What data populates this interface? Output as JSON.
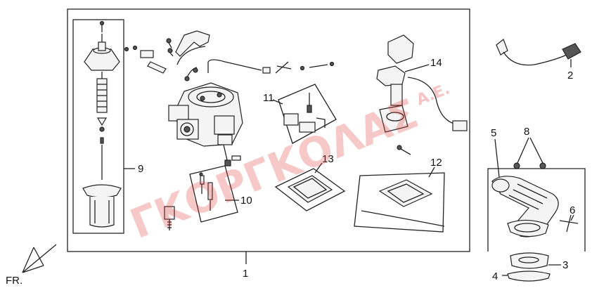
{
  "diagram": {
    "callouts": {
      "c1": "1",
      "c2": "2",
      "c3": "3",
      "c4": "4",
      "c5": "5",
      "c6": "6",
      "c8": "8",
      "c9": "9",
      "c10": "10",
      "c11": "11",
      "c12": "12",
      "c13": "13",
      "c14": "14"
    },
    "direction_label": "FR.",
    "watermark": {
      "main": "ΓΚΟΡΓΚΟΛΑΣ",
      "suffix": "Α.Ε."
    }
  }
}
